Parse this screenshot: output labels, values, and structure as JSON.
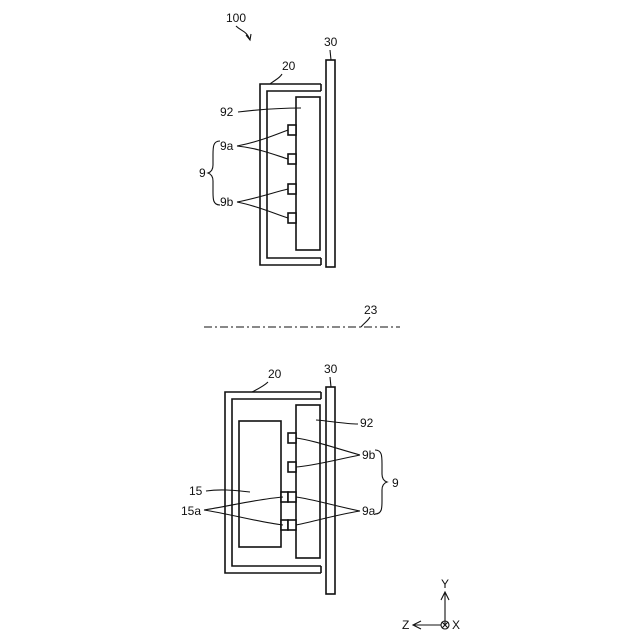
{
  "figure": {
    "ref_assembly": "100",
    "center_line": "23"
  },
  "top_view": {
    "label_holder": "20",
    "label_panel": "30",
    "label_board": "92",
    "label_group": "9",
    "label_9a": "9a",
    "label_9b": "9b"
  },
  "bottom_view": {
    "label_holder": "20",
    "label_panel": "30",
    "label_board": "92",
    "label_group": "9",
    "label_9a": "9a",
    "label_9b": "9b",
    "label_part": "15",
    "label_part_pins": "15a"
  },
  "axes": {
    "y": "Y",
    "z": "Z",
    "x": "X"
  }
}
